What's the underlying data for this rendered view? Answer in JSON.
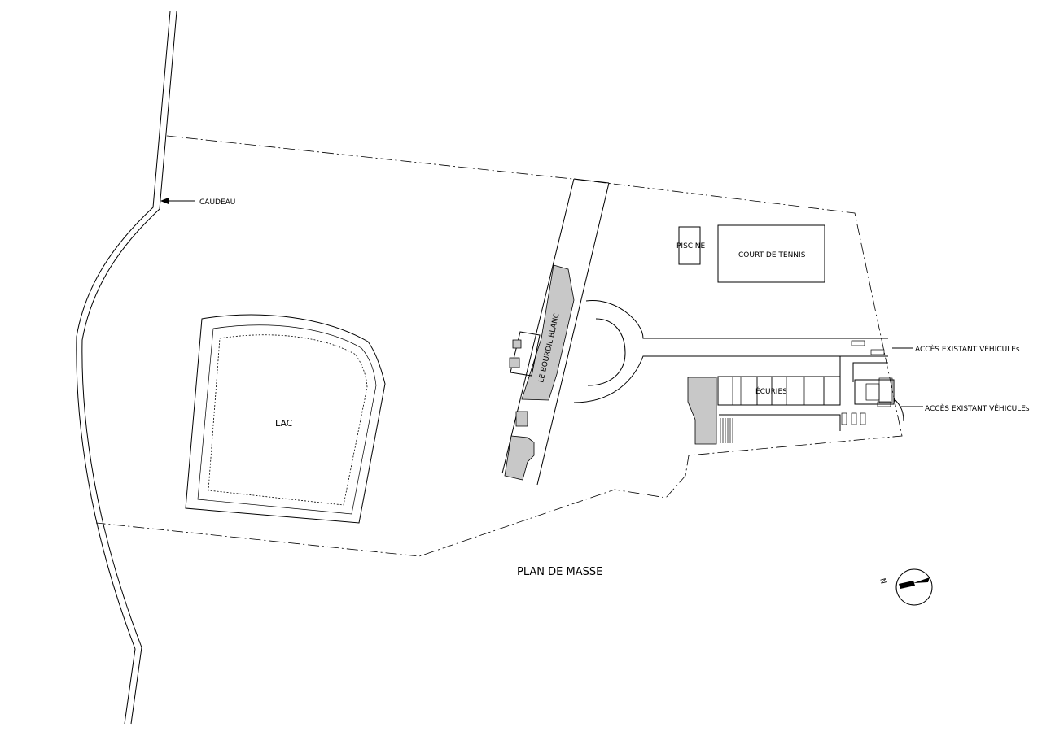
{
  "plan": {
    "title": "PLAN DE MASSE",
    "labels": {
      "caudeau": "CAUDEAU",
      "lac": "LAC",
      "piscine": "PISCINE",
      "tennis": "COURT DE TENNIS",
      "bourdil": "LE BOURDIL BLANC",
      "ecuries": "ÉCURIES",
      "acces_1": "ACCÈS EXISTANT VÉHICULEs",
      "acces_2": "ACCÈS EXISTANT VÉHICULEs"
    },
    "north": "N"
  }
}
